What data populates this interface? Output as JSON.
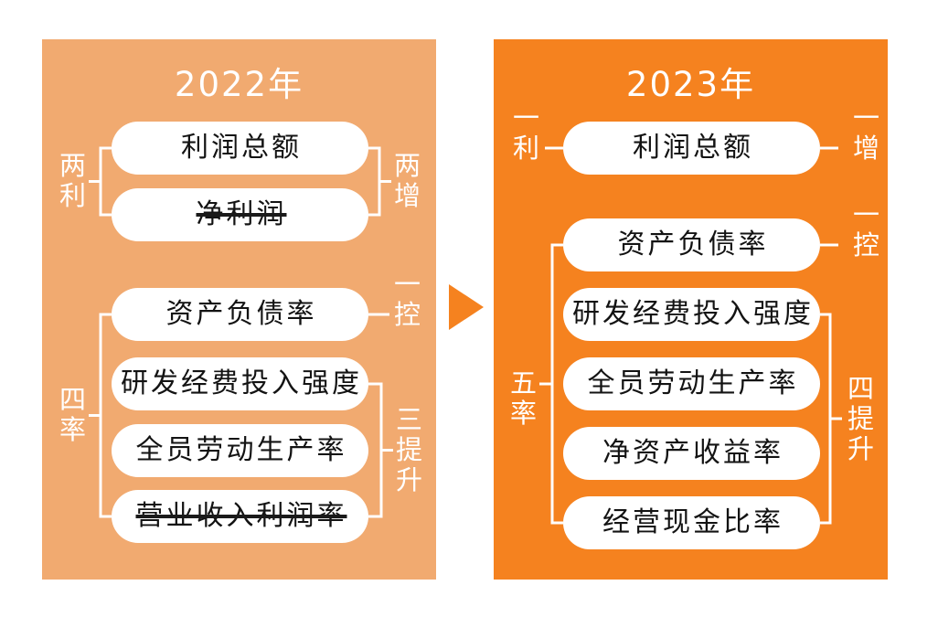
{
  "left_panel": {
    "title": "2022年",
    "boxes": [
      {
        "label": "利润总额",
        "strikethrough": false
      },
      {
        "label": "净利润",
        "strikethrough": true
      },
      {
        "label": "资产负债率",
        "strikethrough": false
      },
      {
        "label": "研发经费投入强度",
        "strikethrough": false
      },
      {
        "label": "全员劳动生产率",
        "strikethrough": false
      },
      {
        "label": "营业收入利润率",
        "strikethrough": true
      }
    ],
    "bracket_labels": {
      "profits_left": "两利",
      "profits_right": "两增",
      "ratios_left": "四率",
      "control_right": "一控",
      "improve_right": "三提升"
    }
  },
  "right_panel": {
    "title": "2023年",
    "boxes": [
      {
        "label": "利润总额",
        "strikethrough": false
      },
      {
        "label": "资产负债率",
        "strikethrough": false
      },
      {
        "label": "研发经费投入强度",
        "strikethrough": false
      },
      {
        "label": "全员劳动生产率",
        "strikethrough": false
      },
      {
        "label": "净资产收益率",
        "strikethrough": false
      },
      {
        "label": "经营现金比率",
        "strikethrough": false
      }
    ],
    "bracket_labels": {
      "profit_left": "一利",
      "profit_right": "一增",
      "control_right": "一控",
      "ratios_left": "五率",
      "improve_right": "四提升"
    }
  },
  "arrow": {
    "icon": "right-triangle",
    "color": "#F5821F"
  },
  "colors": {
    "left_panel_bg": "#F1AA70",
    "right_panel_bg": "#F5821F",
    "box_bg": "#FFFFFF",
    "box_text": "#131313",
    "bracket_lines": "#FFFFFF",
    "label_text": "#FFFFFF"
  }
}
